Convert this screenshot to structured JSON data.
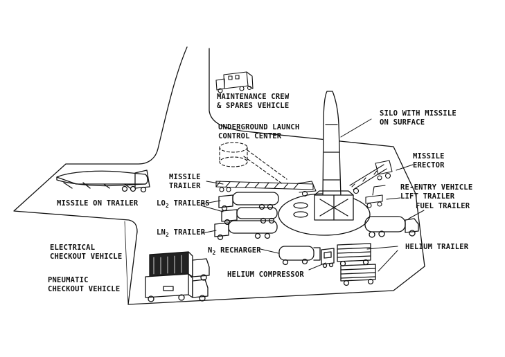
{
  "labels": {
    "maintenance_crew": "MAINTENANCE CREW\n& SPARES VEHICLE",
    "silo_missile": "SILO WITH MISSILE\nON SURFACE",
    "underground_lcc": "UNDERGROUND LAUNCH\nCONTROL CENTER",
    "missile_erector": "MISSILE\nERECTOR",
    "missile_trailer": "MISSILE\nTRAILER",
    "reentry_lift_trailer": "RE-ENTRY VEHICLE\nLIFT TRAILER",
    "missile_on_trailer": "MISSILE ON TRAILER",
    "lo2_main": "LO",
    "lo2_sub": "2",
    "lo2_rest": " TRAILERS",
    "fuel_trailer": "FUEL TRAILER",
    "ln2_main": "LN",
    "ln2_sub": "2",
    "ln2_rest": " TRAILER",
    "electrical_checkout": "ELECTRICAL\nCHECKOUT VEHICLE",
    "n2_main": "N",
    "n2_sub": "2",
    "n2_rest": " RECHARGER",
    "helium_trailer": "HELIUM TRAILER",
    "pneumatic_checkout": "PNEUMATIC\nCHECKOUT VEHICLE",
    "helium_compressor": "HELIUM COMPRESSOR"
  }
}
